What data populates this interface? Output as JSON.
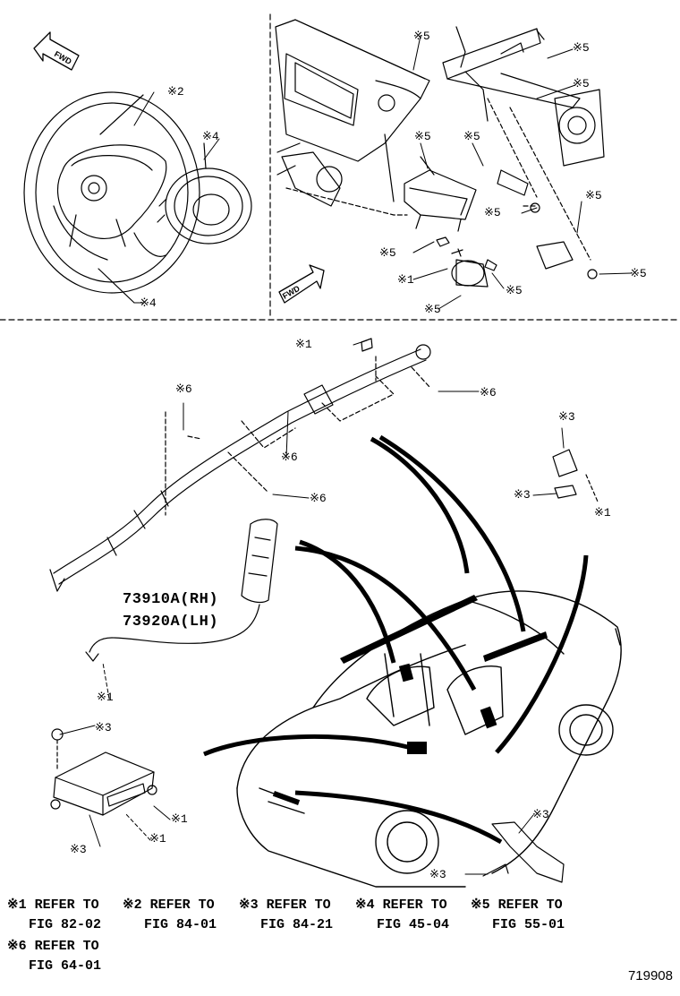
{
  "mark": "※",
  "fwd_label": "FWD",
  "part_numbers": {
    "rh": "73910A(RH)",
    "lh": "73920A(LH)"
  },
  "callouts": {
    "c1": "1",
    "c2": "2",
    "c3": "3",
    "c4": "4",
    "c5": "5",
    "c6": "6"
  },
  "references": [
    {
      "num": "1",
      "text": "REFER TO",
      "fig": "FIG 82-02"
    },
    {
      "num": "2",
      "text": "REFER TO",
      "fig": "FIG 84-01"
    },
    {
      "num": "3",
      "text": "REFER TO",
      "fig": "FIG 84-21"
    },
    {
      "num": "4",
      "text": "REFER TO",
      "fig": "FIG 45-04"
    },
    {
      "num": "5",
      "text": "REFER TO",
      "fig": "FIG 55-01"
    },
    {
      "num": "6",
      "text": "REFER TO",
      "fig": "FIG 64-01"
    }
  ],
  "drawing_number": "719908"
}
